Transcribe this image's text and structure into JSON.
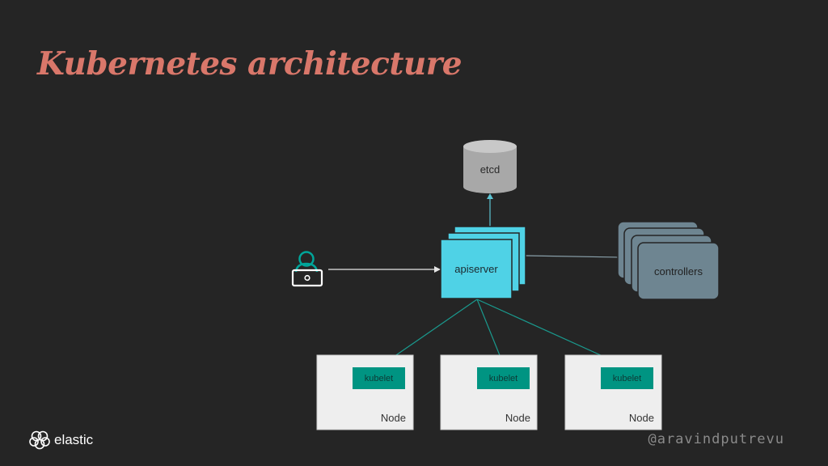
{
  "slide": {
    "title": "Kubernetes architecture",
    "handle": "@aravindputrevu",
    "logo_text": "elastic"
  },
  "diagram": {
    "etcd_label": "etcd",
    "apiserver_label": "apiserver",
    "controllers_label": "controllers",
    "user_icon": "user-laptop-icon",
    "nodes": [
      {
        "kubelet_label": "kubelet",
        "node_label": "Node"
      },
      {
        "kubelet_label": "kubelet",
        "node_label": "Node"
      },
      {
        "kubelet_label": "kubelet",
        "node_label": "Node"
      }
    ]
  },
  "colors": {
    "background": "#252525",
    "title": "#d9776a",
    "apiserver": "#4fd2e6",
    "controllers": "#6e8591",
    "etcd": "#a8a8a8",
    "kubelet": "#009482",
    "node": "#eeeeee",
    "connector": "#1a9a8e",
    "user_icon": "#00a59a"
  }
}
